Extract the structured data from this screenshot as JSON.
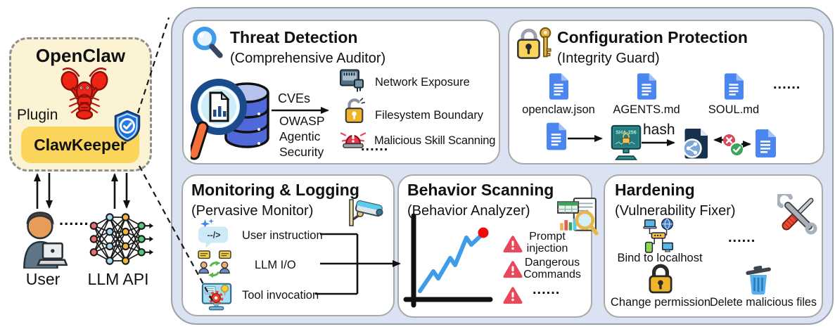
{
  "colors": {
    "container_bg": "#dbe3f2",
    "panel_bg": "#ffffff",
    "panel_border": "#a9a9a9",
    "card_bg": "#fcf3d4",
    "keeper_bg": "#fbd45c",
    "doc_blue": "#4b86f0",
    "alert_red": "#e8485c",
    "trend_blue": "#3f9ce8"
  },
  "plugin_card": {
    "title": "OpenClaw",
    "plugin_label": "Plugin",
    "product_name": "ClawKeeper",
    "lobster_icon": "lobster-icon",
    "shield_icon": "shield-check-icon"
  },
  "actors": {
    "user_label": "User",
    "llm_label": "LLM API",
    "dots": "......"
  },
  "threat": {
    "title": "Threat Detection",
    "subtitle": "(Comprehensive Auditor)",
    "arrow_top_label": "CVEs",
    "arrow_bottom_lines": [
      "OWASP",
      "Agentic",
      "Security"
    ],
    "items": [
      {
        "icon": "ethernet-port-icon",
        "label": "Network Exposure"
      },
      {
        "icon": "open-padlock-icon",
        "label": "Filesystem Boundary"
      },
      {
        "icon": "alarm-icon",
        "label": "Malicious Skill Scanning"
      }
    ],
    "dots": "......"
  },
  "config": {
    "title": "Configuration Protection",
    "subtitle": "(Integrity Guard)",
    "files": [
      "openclaw.json",
      "AGENTS.md",
      "SOUL.md"
    ],
    "dots": "......",
    "sha_label": "SHA-256",
    "hash_label": "hash"
  },
  "monitoring": {
    "title": "Monitoring & Logging",
    "subtitle": "(Pervasive Monitor)",
    "items": [
      {
        "icon": "chat-code-icon",
        "glyph": "--/>",
        "label": "User instruction"
      },
      {
        "icon": "llm-io-icon",
        "label": "LLM I/O"
      },
      {
        "icon": "tool-monitor-icon",
        "label": "Tool invocation"
      }
    ]
  },
  "behavior": {
    "title": "Behavior Scanning",
    "subtitle": "(Behavior Analyzer)",
    "warnings": [
      "Prompt injection",
      "Dangerous Commands",
      "......"
    ]
  },
  "hardening": {
    "title": "Hardening",
    "subtitle": "(Vulnerability Fixer)",
    "items": [
      {
        "icon": "network-devices-icon",
        "label": "Bind to localhost"
      },
      {
        "icon": "padlock-icon",
        "label": "Change permission"
      },
      {
        "icon": "trash-icon",
        "label": "Delete malicious files"
      }
    ],
    "dots": "......"
  }
}
